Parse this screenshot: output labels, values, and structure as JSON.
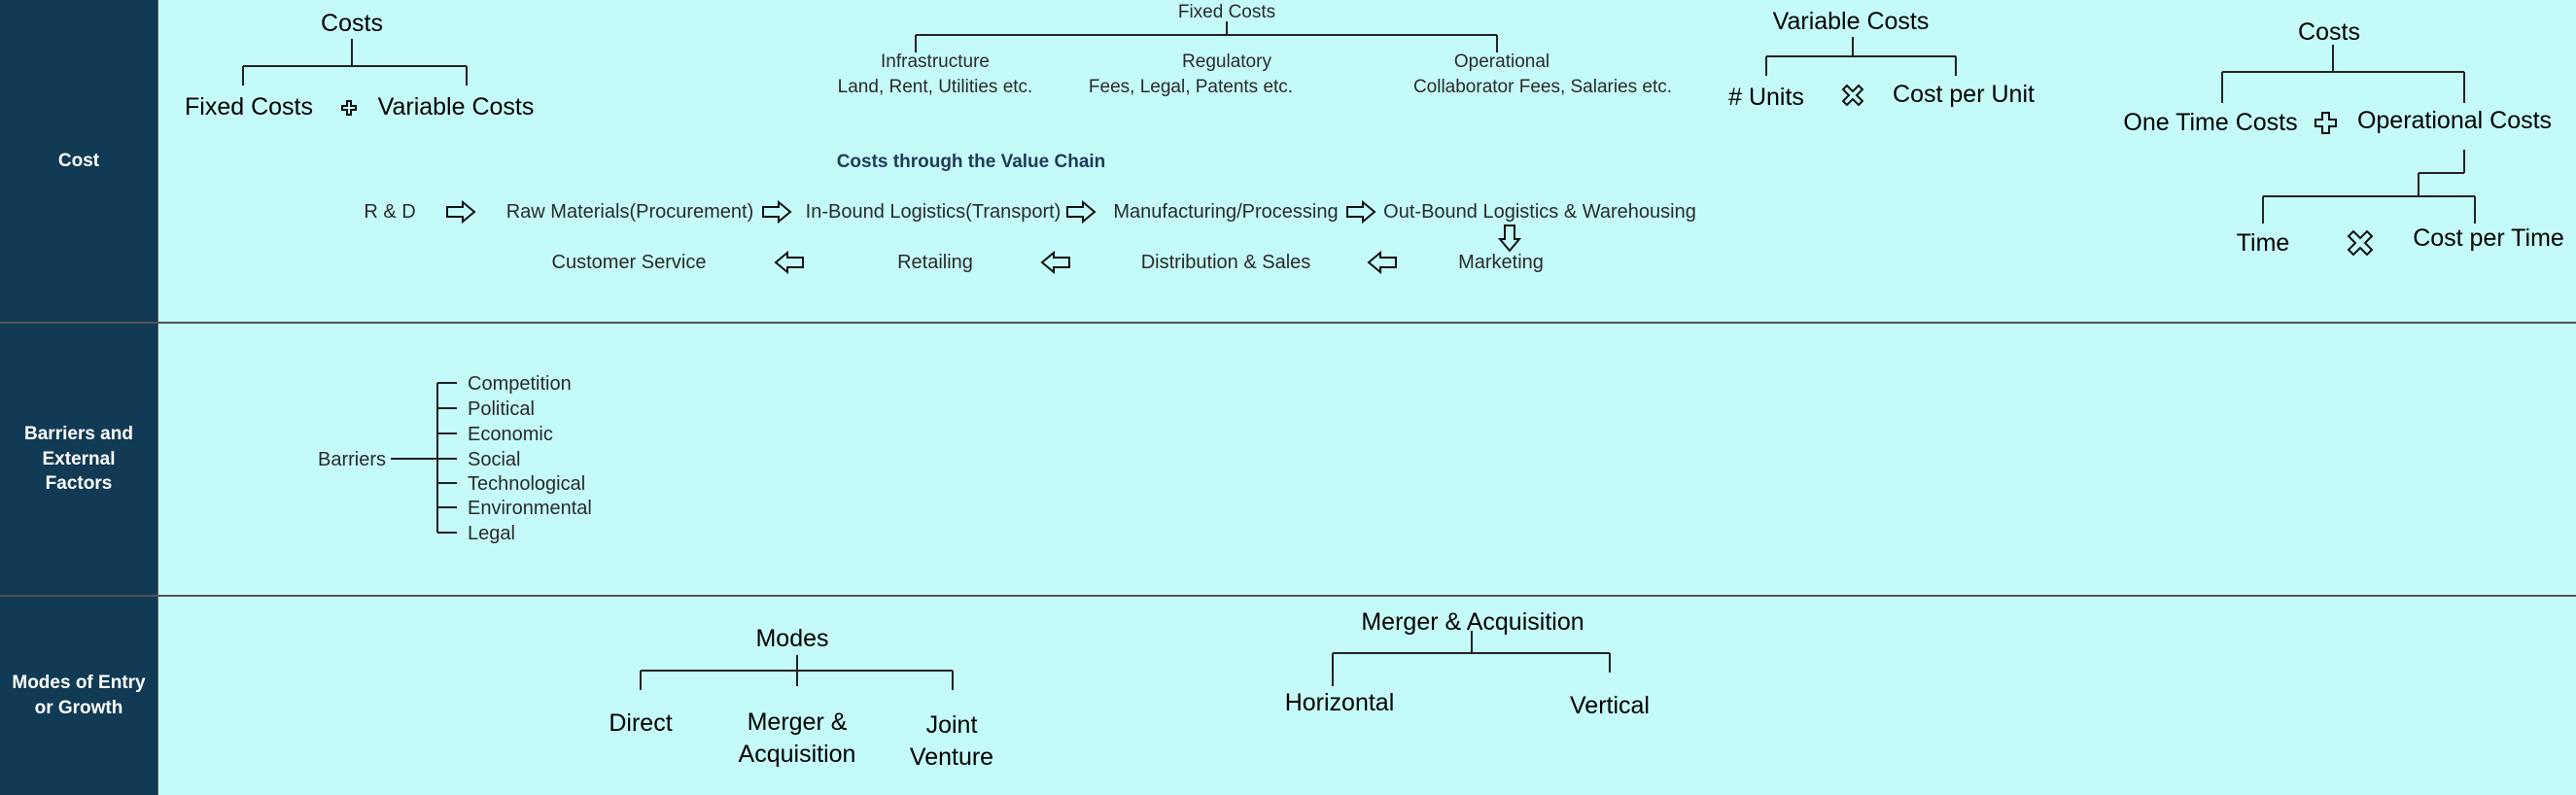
{
  "rows": {
    "cost": "Cost",
    "barriers": "Barriers and\nExternal\nFactors",
    "modes": "Modes of Entry\nor Growth"
  },
  "cost_tree": {
    "root": "Costs",
    "fixed": "Fixed Costs",
    "variable": "Variable Costs",
    "operator": "plus-icon"
  },
  "fixed_costs_tree": {
    "root": "Fixed Costs",
    "branches": [
      {
        "title": "Infrastructure",
        "detail": "Land, Rent, Utilities etc."
      },
      {
        "title": "Regulatory",
        "detail": "Fees, Legal, Patents etc."
      },
      {
        "title": "Operational",
        "detail": "Collaborator Fees, Salaries etc."
      }
    ]
  },
  "variable_costs_tree": {
    "root": "Variable Costs",
    "left": "# Units",
    "right": "Cost per Unit",
    "operator": "multiply-icon"
  },
  "costs_tree2": {
    "root": "Costs",
    "one_time": "One Time Costs",
    "operational": "Operational Costs",
    "time": "Time",
    "cost_per_time": "Cost per Time"
  },
  "value_chain": {
    "title": "Costs through the Value Chain",
    "row1": [
      "R & D",
      "Raw Materials(Procurement)",
      "In-Bound Logistics(Transport)",
      "Manufacturing/Processing",
      "Out-Bound Logistics & Warehousing"
    ],
    "row2": [
      "Customer Service",
      "Retailing",
      "Distribution & Sales",
      "Marketing"
    ]
  },
  "barriers": {
    "root": "Barriers",
    "items": [
      "Competition",
      "Political",
      "Economic",
      "Social",
      "Technological",
      "Environmental",
      "Legal"
    ]
  },
  "modes_tree": {
    "root": "Modes",
    "items": [
      "Direct",
      "Merger &\nAcquisition",
      "Joint\nVenture"
    ]
  },
  "ma_tree": {
    "root": "Merger & Acquisition",
    "items": [
      "Horizontal",
      "Vertical"
    ]
  },
  "colors": {
    "background": "#c4fbf9",
    "label_bg": "#113a54"
  }
}
